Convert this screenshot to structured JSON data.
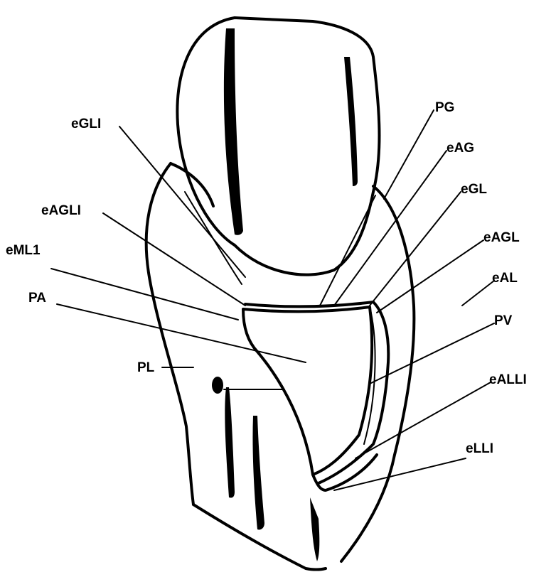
{
  "labels": {
    "eGLI": "eGLI",
    "PG": "PG",
    "eAG": "eAG",
    "eAGLI": "eAGLI",
    "eGL": "eGL",
    "eML": "eML1",
    "eAGL": "eAGL",
    "PA": "PA",
    "eAL": "eAL",
    "PV": "PV",
    "PL": "PL",
    "eALLI": "eALLI",
    "eLLI": "eLLI"
  },
  "colors": {
    "ink": "#000000",
    "paper": "#ffffff"
  }
}
